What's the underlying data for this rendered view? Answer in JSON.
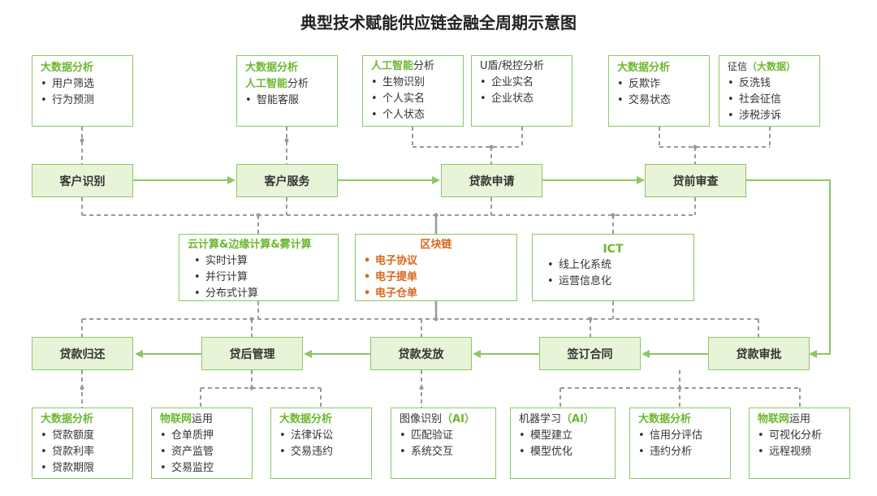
{
  "title": "典型技术赋能供应链金融全周期示意图",
  "colors": {
    "accent": "#6cb830",
    "border": "#8cc866",
    "stage_fill": "#e8f4d8",
    "highlight": "#d9641c",
    "connector": "#999999"
  },
  "stages": {
    "customer_id": "客户识别",
    "customer_service": "客户服务",
    "loan_apply": "贷款申请",
    "pre_loan_review": "贷前审查",
    "loan_repay": "贷款归还",
    "post_loan_mgmt": "贷后管理",
    "loan_disburse": "贷款发放",
    "sign_contract": "签订合同",
    "loan_approval": "贷款审批"
  },
  "top_boxes": {
    "b1": {
      "head": "大数据分析",
      "items": [
        "用户筛选",
        "行为预测"
      ]
    },
    "b2": {
      "head1": "大数据分析",
      "head2_green": "人工智能",
      "head2_rest": "分析",
      "items": [
        "智能客服"
      ]
    },
    "b3": {
      "head_green": "人工智能",
      "head_rest": "分析",
      "items": [
        "生物识别",
        "个人实名",
        "个人状态"
      ]
    },
    "b4": {
      "head": "U盾/税控分析",
      "items": [
        "企业实名",
        "企业状态"
      ]
    },
    "b5": {
      "head": "大数据分析",
      "items": [
        "反欺诈",
        "交易状态"
      ]
    },
    "b6": {
      "head_plain": "征信",
      "head_green": "（大数据）",
      "items": [
        "反洗钱",
        "社会征信",
        "涉税涉诉"
      ]
    }
  },
  "tech_boxes": {
    "cloud": {
      "head": "云计算&边缘计算&雾计算",
      "items": [
        "实时计算",
        "并行计算",
        "分布式计算"
      ]
    },
    "blockchain": {
      "head": "区块链",
      "items": [
        "电子协议",
        "电子提单",
        "电子仓单"
      ]
    },
    "ict": {
      "head": "ICT",
      "items": [
        "线上化系统",
        "运营信息化"
      ]
    }
  },
  "bottom_boxes": {
    "c1": {
      "head": "大数据分析",
      "items": [
        "贷款额度",
        "贷款利率",
        "贷款期限"
      ]
    },
    "c2": {
      "head_green": "物联网",
      "head_rest": "运用",
      "items": [
        "仓单质押",
        "资产监管",
        "交易监控"
      ]
    },
    "c3": {
      "head": "大数据分析",
      "items": [
        "法律诉讼",
        "交易违约"
      ]
    },
    "c4": {
      "head_plain": "图像识别",
      "head_green": "（AI）",
      "items": [
        "匹配验证",
        "系统交互"
      ]
    },
    "c5": {
      "head_plain": "机器学习",
      "head_green": "（AI）",
      "items": [
        "模型建立",
        "模型优化"
      ]
    },
    "c6": {
      "head": "大数据分析",
      "items": [
        "信用分评估",
        "违约分析"
      ]
    },
    "c7": {
      "head_green": "物联网",
      "head_rest": "运用",
      "items": [
        "可视化分析",
        "远程视频"
      ]
    }
  }
}
